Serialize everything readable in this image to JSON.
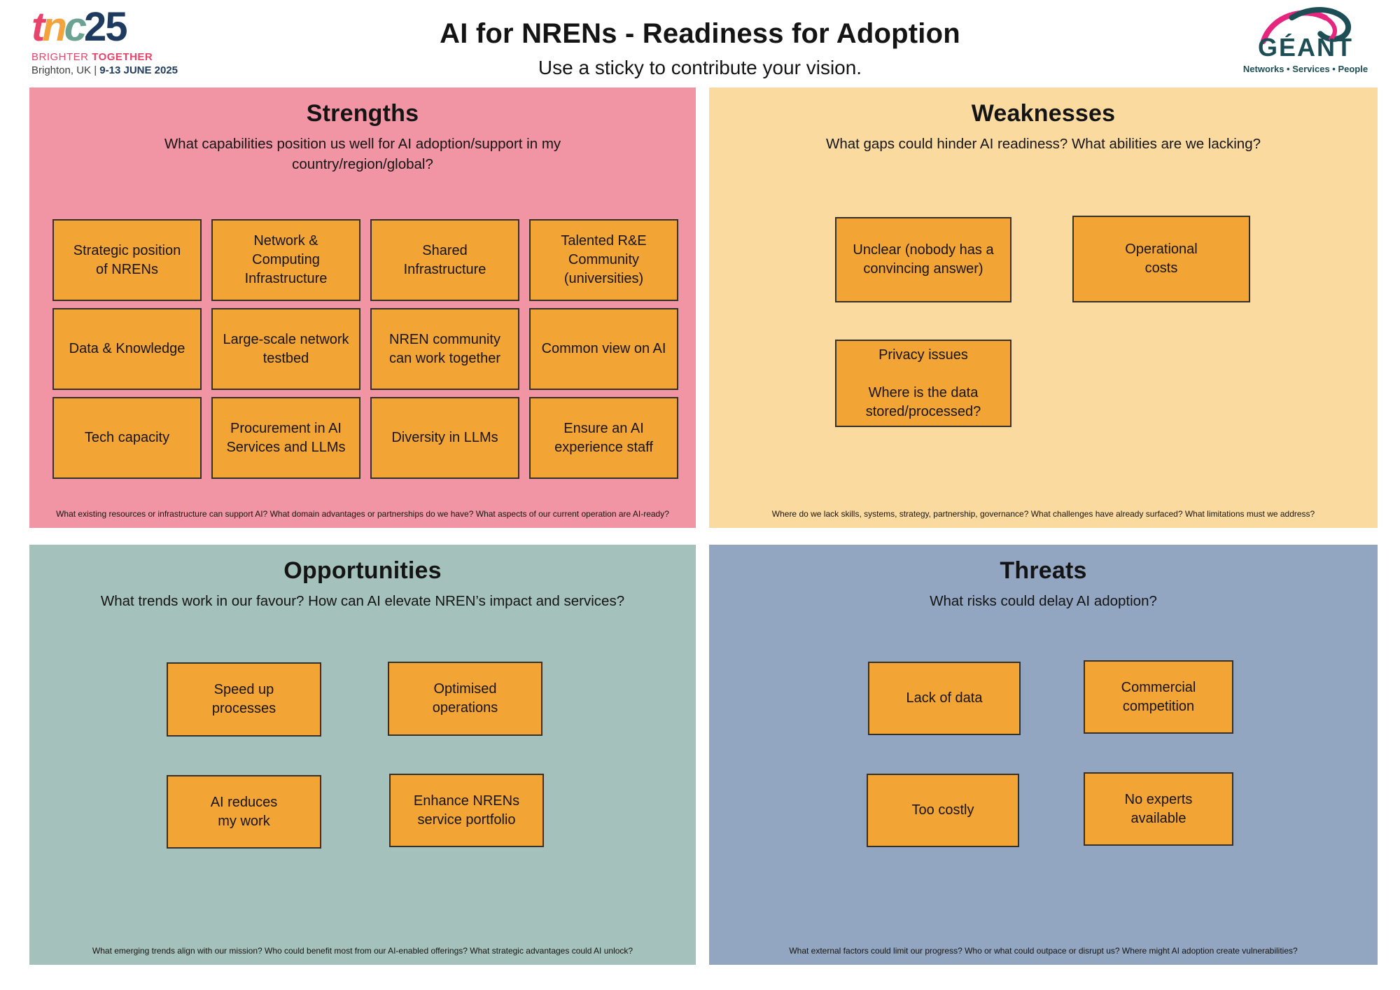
{
  "header": {
    "title": "AI for NRENs - Readiness for Adoption",
    "subtitle": "Use a sticky to contribute your vision.",
    "tnc": {
      "t": "t",
      "n": "n",
      "c": "c",
      "year": "25",
      "brighter": "BRIGHTER",
      "together": "TOGETHER",
      "location": "Brighton, UK |",
      "dates": "9-13 JUNE 2025"
    },
    "geant": {
      "name": "GÉANT",
      "tagline": "Networks • Services • People"
    }
  },
  "colors": {
    "sticky": "#F2A435",
    "sticky_border": "#35302A",
    "strengths_bg": "#F194A4",
    "weaknesses_bg": "#FBDAA0",
    "opportunities_bg": "#A5C1BC",
    "threats_bg": "#92A5C1",
    "geant_teal": "#1D4E56",
    "geant_pink": "#E6267E",
    "tnc_pink": "#E8436A",
    "tnc_navy": "#1E3A5F"
  },
  "quadrants": [
    {
      "title": "Strengths",
      "subtitle": "What capabilities position us well for AI adoption/support in my country/region/global?",
      "footer": "What existing resources or infrastructure can support AI? What domain advantages or partnerships do we have? What aspects of our current operation are AI-ready?",
      "stickies": [
        {
          "text": "Strategic position\nof NRENs"
        },
        {
          "text": "Network &\nComputing\nInfrastructure"
        },
        {
          "text": "Shared\nInfrastructure"
        },
        {
          "text": "Talented R&E\nCommunity\n(universities)"
        },
        {
          "text": "Data & Knowledge"
        },
        {
          "text": "Large-scale network\ntestbed"
        },
        {
          "text": "NREN community\ncan work together"
        },
        {
          "text": "Common view on AI"
        },
        {
          "text": "Tech capacity"
        },
        {
          "text": "Procurement in AI\nServices and LLMs"
        },
        {
          "text": "Diversity in LLMs"
        },
        {
          "text": "Ensure an AI\nexperience staff"
        }
      ]
    },
    {
      "title": "Weaknesses",
      "subtitle": "What gaps could hinder AI readiness? What abilities are we lacking?",
      "footer": "Where do we lack skills, systems, strategy, partnership, governance? What challenges have already surfaced? What limitations must we address?",
      "stickies": [
        {
          "text": "Unclear (nobody has a\nconvincing answer)"
        },
        {
          "text": "Operational\ncosts"
        },
        {
          "text": "Privacy issues\n\nWhere is the data\nstored/processed?"
        }
      ]
    },
    {
      "title": "Opportunities",
      "subtitle": "What trends work in our favour? How can AI elevate NREN’s impact and services?",
      "footer": "What emerging trends align with our mission? Who could benefit most from our AI-enabled offerings? What strategic advantages could AI unlock?",
      "stickies": [
        {
          "text": "Speed up\nprocesses"
        },
        {
          "text": "Optimised\noperations"
        },
        {
          "text": "AI reduces\nmy work"
        },
        {
          "text": "Enhance NRENs\nservice portfolio"
        }
      ]
    },
    {
      "title": "Threats",
      "subtitle": "What risks could delay AI adoption?",
      "footer": "What external factors could limit our progress? Who or what could outpace or disrupt us? Where might AI adoption create vulnerabilities?",
      "stickies": [
        {
          "text": "Lack of data"
        },
        {
          "text": "Commercial\ncompetition"
        },
        {
          "text": "Too costly"
        },
        {
          "text": "No experts\navailable"
        }
      ]
    }
  ]
}
